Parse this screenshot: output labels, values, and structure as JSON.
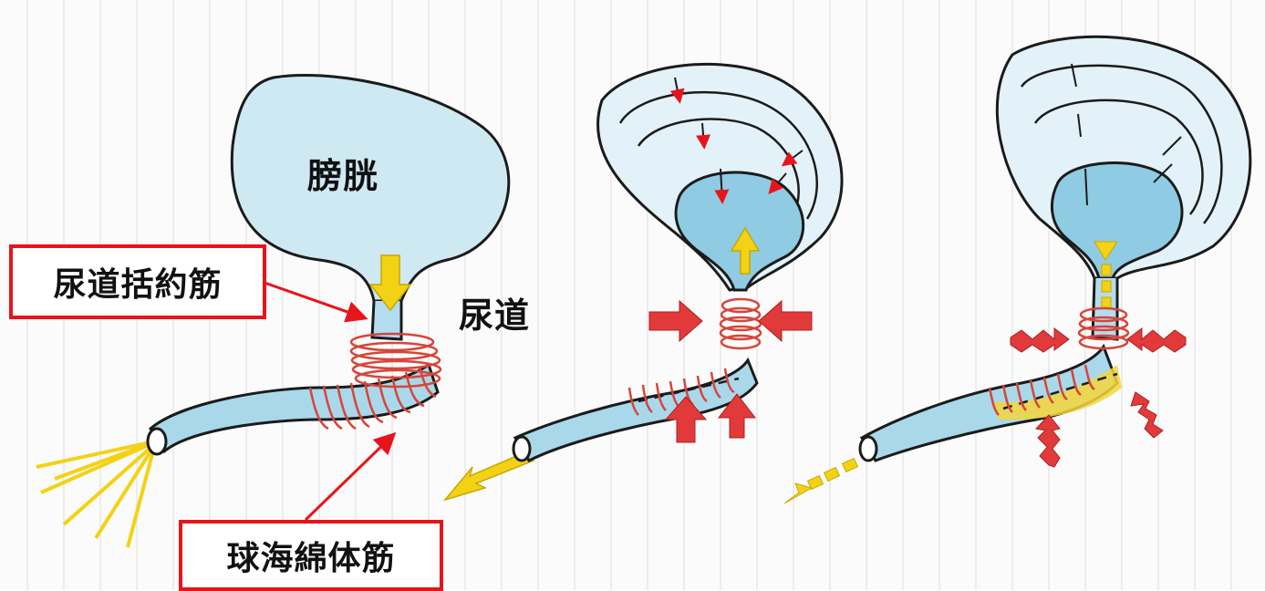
{
  "labels": {
    "bladder": "膀胱",
    "urethra": "尿道",
    "urethral_sphincter": "尿道括約筋",
    "bulbospongiosus": "球海綿体筋"
  },
  "colors": {
    "label_box_border": "#e8141b",
    "pointer_line": "#e8141b",
    "fluid": "#9fd3e6",
    "muscle": "#d6453a",
    "arrow_yellow": "#f3d215",
    "arrow_red": "#e23a3a",
    "outline": "#1b1b1b",
    "paper_lines": "#dcdcdc"
  },
  "panels": [
    {
      "id": "panel-1",
      "state": "bladder full, sphincter open, urine flowing out"
    },
    {
      "id": "panel-2",
      "state": "bladder contracting, sphincter squeezed by muscles"
    },
    {
      "id": "panel-3",
      "state": "bladder contracting, bulbospongiosus squeezing residual urine"
    }
  ]
}
